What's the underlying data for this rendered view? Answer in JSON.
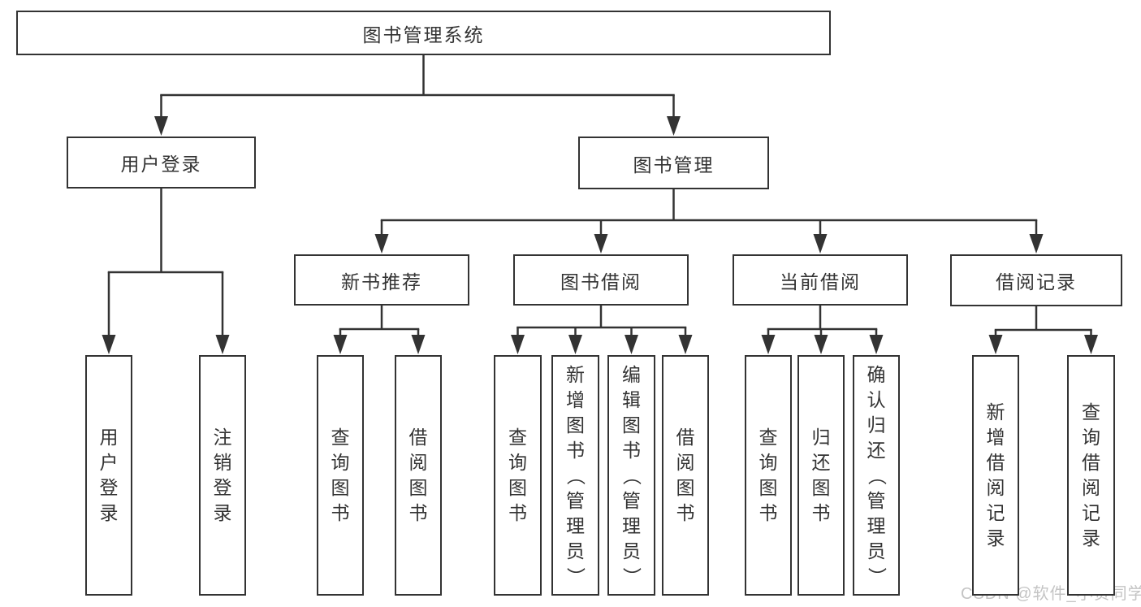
{
  "diagram": {
    "nodes": [
      {
        "id": "root",
        "label": "图书管理系统",
        "orient": "h"
      },
      {
        "id": "user-login",
        "label": "用户登录",
        "orient": "h"
      },
      {
        "id": "book-mgmt",
        "label": "图书管理",
        "orient": "h"
      },
      {
        "id": "new-book-rec",
        "label": "新书推荐",
        "orient": "h"
      },
      {
        "id": "book-borrow",
        "label": "图书借阅",
        "orient": "h"
      },
      {
        "id": "current-borrow",
        "label": "当前借阅",
        "orient": "h"
      },
      {
        "id": "borrow-records",
        "label": "借阅记录",
        "orient": "h"
      },
      {
        "id": "leaf-login",
        "label": "用户登录",
        "orient": "v"
      },
      {
        "id": "leaf-logout",
        "label": "注销登录",
        "orient": "v"
      },
      {
        "id": "leaf-rec-query",
        "label": "查询图书",
        "orient": "v"
      },
      {
        "id": "leaf-rec-borrow",
        "label": "借阅图书",
        "orient": "v"
      },
      {
        "id": "leaf-borrow-query",
        "label": "查询图书",
        "orient": "v"
      },
      {
        "id": "leaf-borrow-add",
        "label": "新增图书（管理员）",
        "orient": "v"
      },
      {
        "id": "leaf-borrow-edit",
        "label": "编辑图书（管理员）",
        "orient": "v"
      },
      {
        "id": "leaf-borrow-borrow",
        "label": "借阅图书",
        "orient": "v"
      },
      {
        "id": "leaf-cur-query",
        "label": "查询图书",
        "orient": "v"
      },
      {
        "id": "leaf-cur-return",
        "label": "归还图书",
        "orient": "v"
      },
      {
        "id": "leaf-cur-confirm",
        "label": "确认归还（管理员）",
        "orient": "v"
      },
      {
        "id": "leaf-records-add",
        "label": "新增借阅记录",
        "orient": "v"
      },
      {
        "id": "leaf-records-query",
        "label": "查询借阅记录",
        "orient": "v"
      }
    ],
    "edges": [
      [
        "root",
        "user-login"
      ],
      [
        "root",
        "book-mgmt"
      ],
      [
        "user-login",
        "leaf-login"
      ],
      [
        "user-login",
        "leaf-logout"
      ],
      [
        "book-mgmt",
        "new-book-rec"
      ],
      [
        "book-mgmt",
        "book-borrow"
      ],
      [
        "book-mgmt",
        "current-borrow"
      ],
      [
        "book-mgmt",
        "borrow-records"
      ],
      [
        "new-book-rec",
        "leaf-rec-query"
      ],
      [
        "new-book-rec",
        "leaf-rec-borrow"
      ],
      [
        "book-borrow",
        "leaf-borrow-query"
      ],
      [
        "book-borrow",
        "leaf-borrow-add"
      ],
      [
        "book-borrow",
        "leaf-borrow-edit"
      ],
      [
        "book-borrow",
        "leaf-borrow-borrow"
      ],
      [
        "current-borrow",
        "leaf-cur-query"
      ],
      [
        "current-borrow",
        "leaf-cur-return"
      ],
      [
        "current-borrow",
        "leaf-cur-confirm"
      ],
      [
        "borrow-records",
        "leaf-records-add"
      ],
      [
        "borrow-records",
        "leaf-records-query"
      ]
    ]
  },
  "watermark": "CSDN @软件_小贺同学",
  "colors": {
    "line": "#333333",
    "text": "#333333",
    "box_background": "#ffffff",
    "watermark": "#c4c4c4"
  }
}
